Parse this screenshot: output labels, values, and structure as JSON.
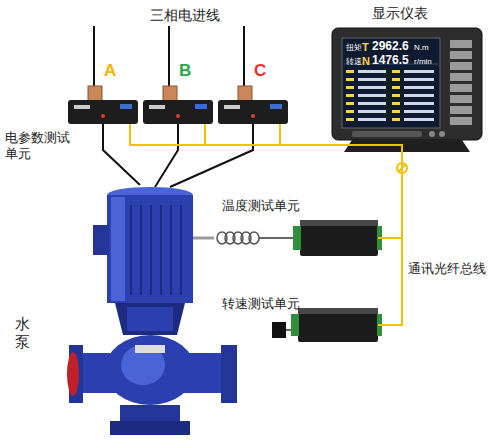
{
  "diagram": {
    "nodes": [
      {
        "text": [
          "显示仪表"
        ]
      },
      {
        "text": [
          "电参数测试单元"
        ]
      },
      {
        "text": [
          "温度测试单元"
        ]
      },
      {
        "text": [
          "转速测试单元"
        ]
      },
      {
        "text": [
          "水泵"
        ]
      }
    ],
    "edges": [
      {
        "from": 1,
        "to": 0,
        "arrow": "none"
      },
      {
        "from": 2,
        "to": 0,
        "arrow": "none"
      },
      {
        "from": 3,
        "to": 0,
        "arrow": "none"
      },
      {
        "from": 1,
        "to": 4,
        "arrow": "none"
      }
    ],
    "labels": [
      "三相电进线",
      "A",
      "B",
      "C",
      "通讯光纤总线",
      "扭矩",
      "T",
      "2962.6",
      "N.m",
      "转速",
      "N",
      "1476.5",
      "r/min"
    ]
  }
}
